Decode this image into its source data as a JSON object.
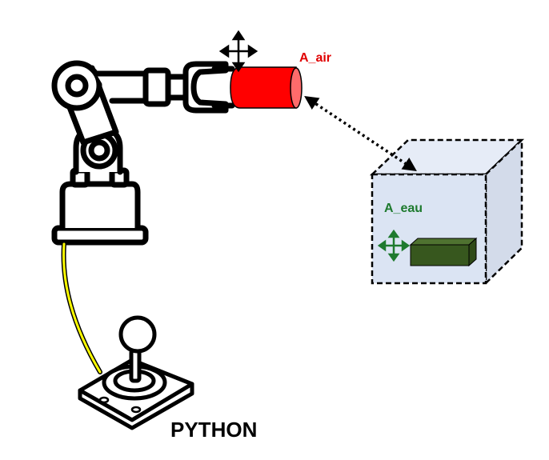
{
  "labels": {
    "air": "A_air",
    "eau": "A_eau",
    "controller": "PYTHON"
  },
  "colors": {
    "robot_stroke": "#000000",
    "air_cylinder": "#ff0000",
    "air_cylinder_cap": "#ff6b6b",
    "air_label": "#e00000",
    "eau_label": "#1e7a2e",
    "tank_front": "#dbe4f3",
    "tank_top": "#e6ecf7",
    "tank_side": "#d3dbea",
    "eau_block_front": "#37571e",
    "eau_block_top": "#4f7230",
    "cable": "#ffff00"
  },
  "icons": [
    "move-arrows-icon",
    "move-arrows-icon",
    "robot-arm-icon",
    "joystick-icon",
    "dotted-double-arrow"
  ]
}
